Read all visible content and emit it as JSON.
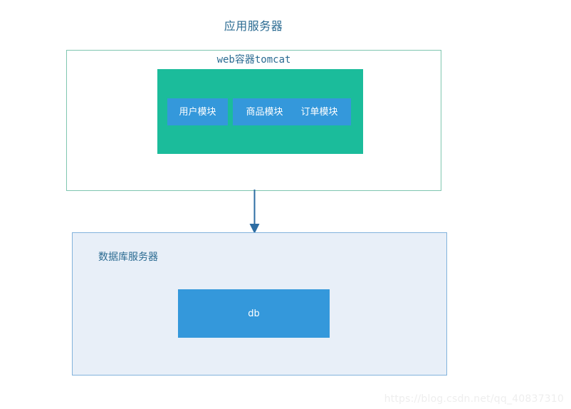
{
  "diagram": {
    "title": "应用服务器",
    "app_server": {
      "container_title": "web容器tomcat",
      "modules": [
        {
          "label": "用户模块"
        },
        {
          "label": "商品模块"
        },
        {
          "label": "订单模块"
        }
      ]
    },
    "arrow": {
      "label": "",
      "direction": "down"
    },
    "db_server": {
      "title": "数据库服务器",
      "db_label": "db"
    },
    "watermark": "https://blog.csdn.net/qq_40837310"
  },
  "colors": {
    "title_text": "#2b6b92",
    "outer_border": "#7fc6b0",
    "web_container_fill": "#1bbc9b",
    "module_fill": "#3498db",
    "module_text": "#ffffff",
    "arrow": "#2d6da3",
    "db_server_fill": "#e8eff8",
    "db_server_border": "#82b2dc",
    "db_fill": "#3498db",
    "watermark_text": "#eeeeee",
    "page_background": "#ffffff"
  }
}
